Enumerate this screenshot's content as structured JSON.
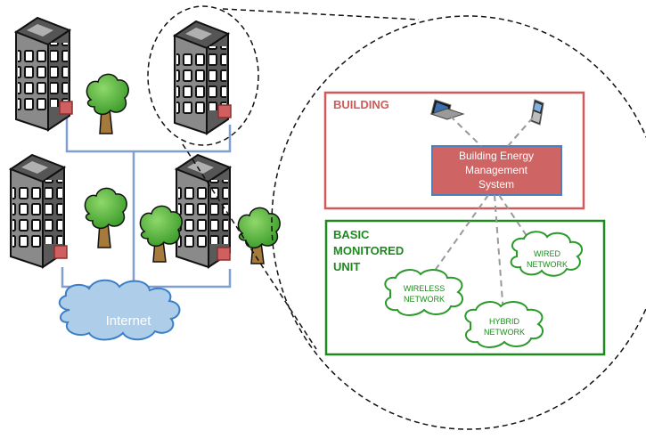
{
  "diagram": {
    "internet_label": "Internet",
    "building_box": {
      "title": "BUILDING",
      "bems_lines": [
        "Building Energy",
        "Management",
        "System"
      ]
    },
    "monitored_box": {
      "title_lines": [
        "BASIC",
        "MONITORED",
        "UNIT"
      ]
    },
    "networks": {
      "wireless": [
        "WIRELESS",
        "NETWORK"
      ],
      "wired": [
        "WIRED",
        "NETWORK"
      ],
      "hybrid": [
        "HYBRID",
        "NETWORK"
      ]
    }
  },
  "colors": {
    "building_box": "#d05a5a",
    "bems_fill": "#cf6464",
    "bems_border": "#4a7fc0",
    "monitored_box": "#1e8a1e",
    "cloud_fill": "#aecde8",
    "cloud_stroke": "#3a7fc8",
    "network_line": "#7f9fd0",
    "tree_foliage": "#5fb43a",
    "tree_trunk": "#a67a3a",
    "building_body": "#7f7f7f",
    "window_red": "#d06060"
  }
}
